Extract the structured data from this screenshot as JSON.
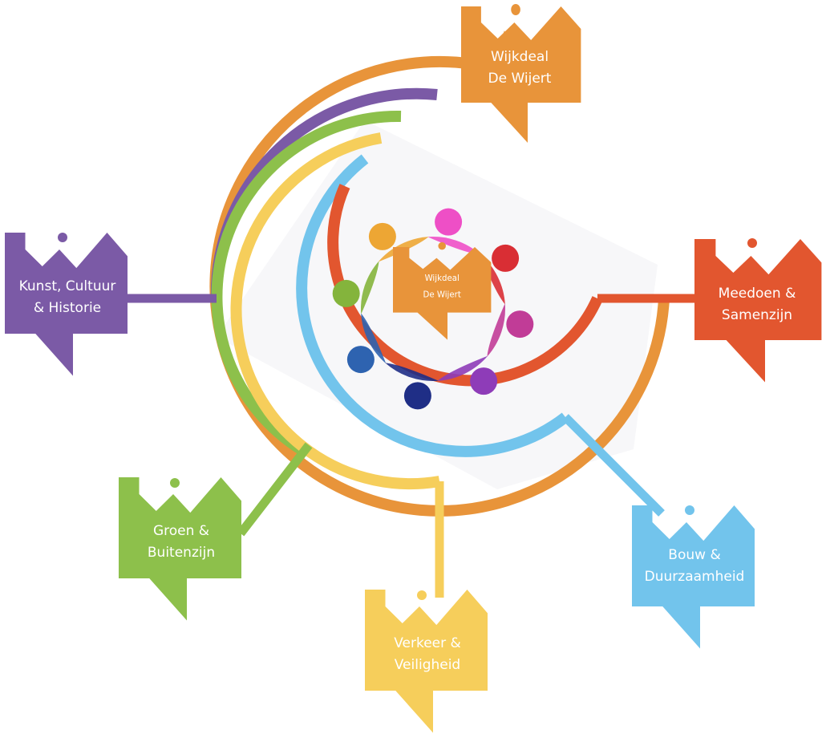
{
  "center": {
    "line1": "Wijkdeal",
    "line2": "De Wijert"
  },
  "topics": {
    "top": {
      "line1": "Wijkdeal",
      "line2": "De Wijert",
      "color": "#E8943A"
    },
    "left": {
      "line1": "Kunst, Cultuur",
      "line2": "& Historie",
      "color": "#7B5AA6"
    },
    "right": {
      "line1": "Meedoen &",
      "line2": "Samenzijn",
      "color": "#E2562F"
    },
    "green": {
      "line1": "Groen &",
      "line2": "Buitenzijn",
      "color": "#8DC04B"
    },
    "yellow": {
      "line1": "Verkeer &",
      "line2": "Veiligheid",
      "color": "#F6CE5B"
    },
    "blue": {
      "line1": "Bouw &",
      "line2": "Duurzaamheid",
      "color": "#72C4EC"
    }
  },
  "people_colors": [
    "#EE4FC6",
    "#D92E34",
    "#C13C97",
    "#8E3CB8",
    "#1F2E86",
    "#2E63B0",
    "#84B43C",
    "#EDA634"
  ],
  "icons": [
    "factory-icon",
    "tree-icon",
    "person-icon"
  ]
}
